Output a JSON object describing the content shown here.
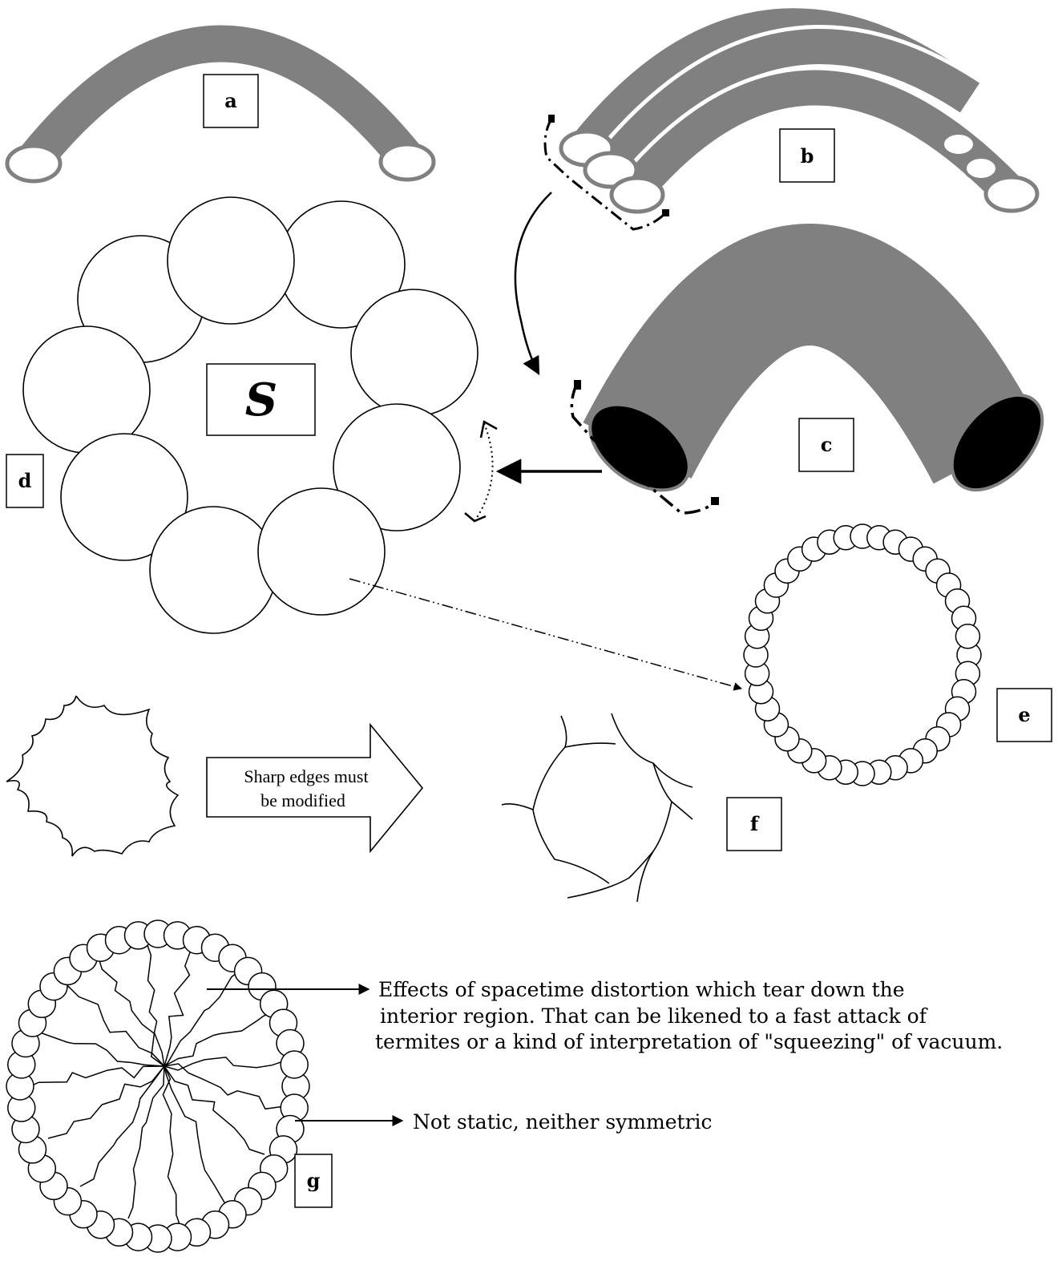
{
  "panels": {
    "a": "a",
    "b": "b",
    "c": "c",
    "d": "d",
    "e": "e",
    "f": "f",
    "g": "g",
    "s": "S"
  },
  "arrow_text": {
    "line1": "Sharp   edges   must",
    "line2": "be   modified"
  },
  "notes": {
    "effects_line1": "Effects  of  spacetime  distortion  which  tear   down  the",
    "effects_line2": "interior  region.  That  can  be  likened  to   a  fast  attack  of",
    "effects_line3": "termites  or  a  kind  of  interpretation  of  \"squeezing\" of  vacuum.",
    "not_static": "Not  static,  neither  symmetric"
  },
  "colors": {
    "tube": "#808080",
    "tube_end": "#ffffff",
    "tube_opening": "#000000",
    "line": "#000000"
  }
}
